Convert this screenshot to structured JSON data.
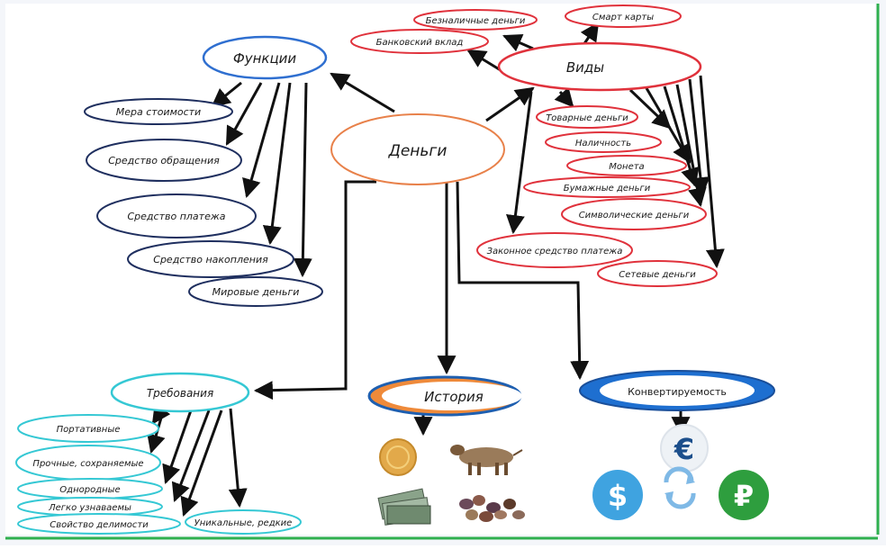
{
  "center": "Деньги",
  "functions": {
    "title": "Функции",
    "items": [
      "Мера стоимости",
      "Средство обращения",
      "Средство платежа",
      "Средство накопления",
      "Мировые деньги"
    ]
  },
  "types": {
    "title": "Виды",
    "items": [
      "Безналичные деньги",
      "Смарт карты",
      "Банковский вклад",
      "Товарные деньги",
      "Наличность",
      "Монета",
      "Бумажные деньги",
      "Символические деньги",
      "Законное средство платежа",
      "Сетевые деньги"
    ]
  },
  "requirements": {
    "title": "Требования",
    "items": [
      "Портативные",
      "Прочные, сохраняемые",
      "Однородные",
      "Легко узнаваемы",
      "Свойство делимости",
      "Уникальные, редкие"
    ]
  },
  "history": {
    "title": "История"
  },
  "convertibility": {
    "title": "Конвертируемость"
  },
  "currency_symbols": [
    "€",
    "$",
    "₽"
  ],
  "colors": {
    "functions_outline": "#2f6fd0",
    "functions_items": "#1f2f5f",
    "types_outline": "#e0323c",
    "center_outline": "#e8814a",
    "requirements_outline": "#35c8d4",
    "history_fill": "#ef8a3a",
    "history_outline": "#1e5fb0",
    "conv_fill": "#1e6fd0",
    "euro": "#1c4f8c",
    "dollar": "#3fa3e0",
    "ruble": "#2e9e3e",
    "frame_green": "#2fb04f"
  }
}
